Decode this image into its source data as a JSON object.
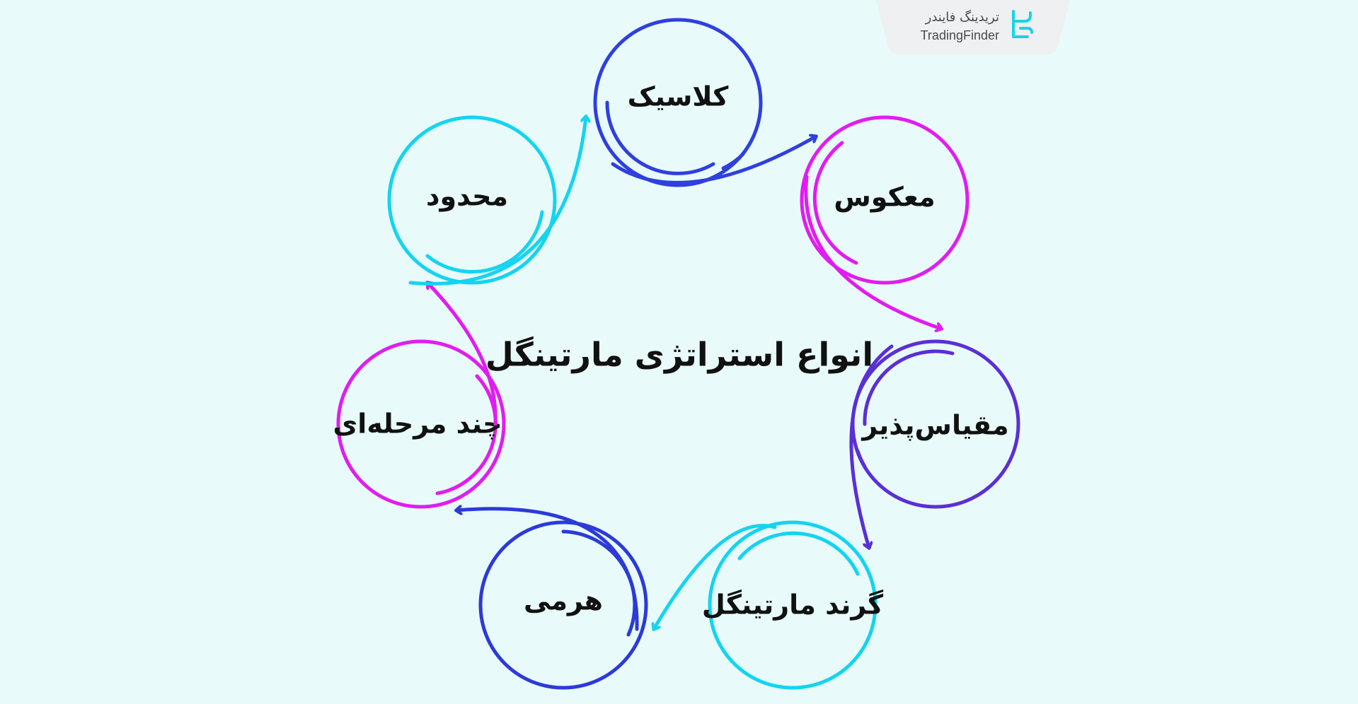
{
  "logo": {
    "name_fa": "تریدینگ فایندر",
    "name_en": "TradingFinder",
    "icon": "tradingfinder-logo-icon",
    "color": "#1ad3e6"
  },
  "title": "انواع استراتژی مارتینگل",
  "nodes": [
    {
      "id": "classic",
      "label": "کلاسیک",
      "color": "#2f3fe0"
    },
    {
      "id": "reverse",
      "label": "معکوس",
      "color": "#e21cf0"
    },
    {
      "id": "scalable",
      "label": "مقیاس‌پذیر",
      "color": "#5b2fd6"
    },
    {
      "id": "grand",
      "label": "گرند مارتینگل",
      "color": "#14d4f0"
    },
    {
      "id": "pyramid",
      "label": "هرمی",
      "color": "#2c3ad8"
    },
    {
      "id": "multistage",
      "label": "چند مرحله‌ای",
      "color": "#e21cf0"
    },
    {
      "id": "limited",
      "label": "محدود",
      "color": "#14d4f0"
    }
  ]
}
